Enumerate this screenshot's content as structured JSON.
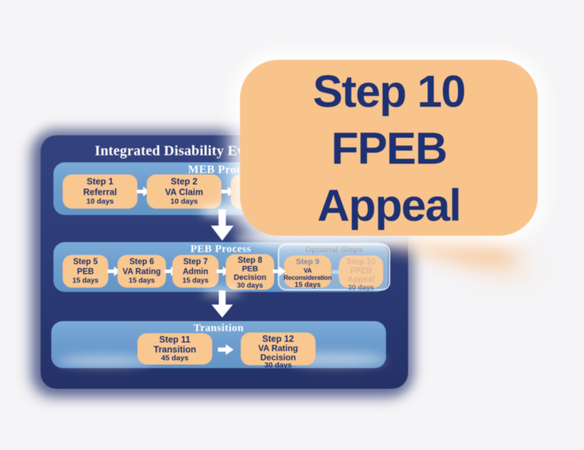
{
  "colors": {
    "background": "#f5f4f6",
    "panel_navy": "#2c3b76",
    "band_blue": "#6d9dce",
    "step_peach": "#f9c790",
    "callout_peach": "#f9c38c",
    "step_text_navy": "#1e2e6a",
    "callout_text_navy": "#1d3173",
    "header_text": "#ffffff",
    "optional_header_gray": "#8b8b93",
    "arrow_white": "#ffffff"
  },
  "callout": {
    "lines": [
      "Step 10",
      "FPEB",
      "Appeal"
    ]
  },
  "diagram": {
    "title": "Integrated Disability Evaluation System",
    "meb": {
      "header": "MEB Process",
      "steps": [
        {
          "step": "Step 1",
          "label": "Referral",
          "duration": "10 days"
        },
        {
          "step": "Step 2",
          "label": "VA Claim",
          "duration": "10 days"
        }
      ]
    },
    "peb": {
      "header": "PEB Process",
      "steps": [
        {
          "step": "Step 5",
          "label": "PEB",
          "duration": "15 days"
        },
        {
          "step": "Step 6",
          "label": "VA Rating",
          "duration": "15 days"
        },
        {
          "step": "Step 7",
          "label": "Admin",
          "duration": "15 days"
        },
        {
          "step": "Step 8",
          "label": "PEB Decision",
          "duration": "30 days"
        }
      ],
      "optional": {
        "header": "Optional Steps",
        "steps": [
          {
            "step": "Step 9",
            "label": "VA Reconsideration",
            "duration": "15 days"
          },
          {
            "step": "Step 10",
            "label": "FPEB Appeal",
            "duration": "30 days"
          }
        ]
      }
    },
    "transition": {
      "header": "Transition",
      "steps": [
        {
          "step": "Step 11",
          "label": "Transition",
          "duration": "45 days"
        },
        {
          "step": "Step 12",
          "label": "VA Rating Decision",
          "duration": "30 days"
        }
      ]
    }
  }
}
